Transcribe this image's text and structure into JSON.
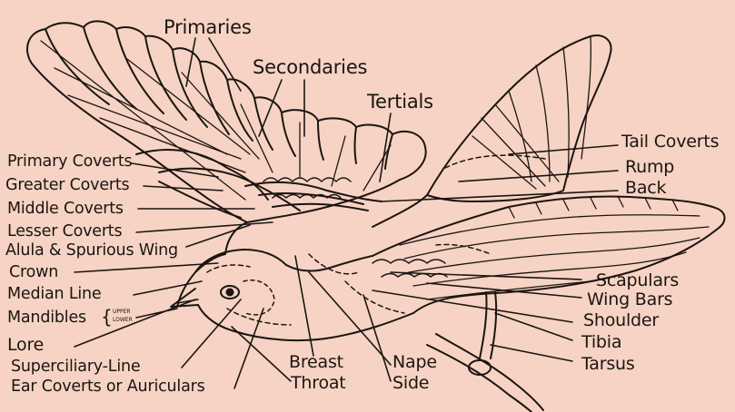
{
  "labels": {
    "primaries": "Primaries",
    "secondaries": "Secondaries",
    "tertials": "Tertials",
    "tail_coverts": "Tail Coverts",
    "rump": "Rump",
    "back": "Back",
    "primary_coverts": "Primary Coverts",
    "greater_coverts": "Greater Coverts",
    "middle_coverts": "Middle Coverts",
    "lesser_coverts": "Lesser Coverts",
    "alula": "Alula & Spurious Wing",
    "crown": "Crown",
    "median_line": "Median Line",
    "mandibles": "Mandibles",
    "mandible_upper": "UPPER",
    "mandible_lower": "LOWER",
    "lore": "Lore",
    "superciliary": "Superciliary-Line",
    "ear_coverts": "Ear Coverts or Auriculars",
    "breast": "Breast",
    "throat": "Throat",
    "nape": "Nape",
    "side": "Side",
    "scapulars": "Scapulars",
    "wing_bars": "Wing Bars",
    "shoulder": "Shoulder",
    "tibia": "Tibia",
    "tarsus": "Tarsus"
  },
  "colors": {
    "background": "#f6d3c4",
    "ink": "#1b1511"
  }
}
